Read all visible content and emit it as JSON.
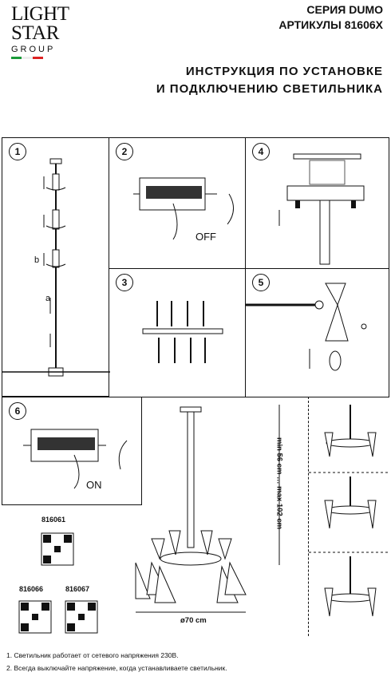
{
  "brand": {
    "line1": "LIGHT",
    "line2": "STAR",
    "line3": "GROUP",
    "flag_colors": [
      "#1a9b3a",
      "#ffffff",
      "#d22"
    ]
  },
  "header": {
    "series": "СЕРИЯ DUMO",
    "articles": "АРТИКУЛЫ 81606X"
  },
  "title": {
    "line1": "ИНСТРУКЦИЯ ПО УСТАНОВКЕ",
    "line2": "И ПОДКЛЮЧЕНИЮ СВЕТИЛЬНИКА"
  },
  "steps": {
    "s1": "1",
    "s2": "2",
    "s3": "3",
    "s4": "4",
    "s5": "5",
    "s6": "6"
  },
  "step1": {
    "label_a": "a",
    "label_b": "b"
  },
  "step2": {
    "switch_label": "OFF"
  },
  "step6": {
    "switch_label": "ON"
  },
  "dimensions": {
    "height": "min 56 cm … max 102 cm",
    "width": "ø70 cm"
  },
  "codes": {
    "c1": "816061",
    "c2": "816066",
    "c3": "816067"
  },
  "notes": {
    "n1": "1. Светильник работает от сетевого напряжения 230В.",
    "n2": "2. Всегда выключайте напряжение, когда устанавливаете светильник."
  }
}
